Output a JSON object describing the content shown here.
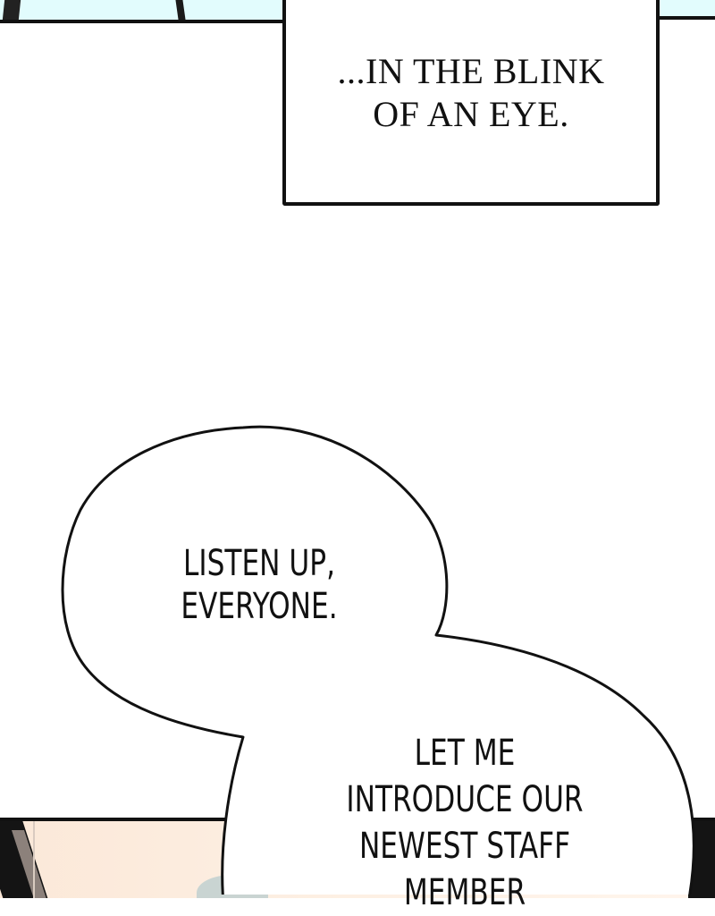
{
  "comic": {
    "caption_box": {
      "lines": [
        "...IN THE BLINK",
        "OF AN EYE."
      ]
    },
    "speech_bubbles": [
      {
        "lines": [
          "LISTEN UP,",
          "EVERYONE."
        ]
      },
      {
        "lines": [
          "LET ME",
          "INTRODUCE OUR",
          "NEWEST STAFF",
          "MEMBER"
        ]
      }
    ],
    "colors": {
      "sky_panel": "#e2fcfd",
      "skin_panel": "#fdf0e4",
      "ink": "#111111",
      "background": "#ffffff"
    }
  }
}
